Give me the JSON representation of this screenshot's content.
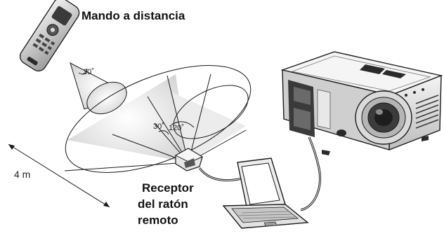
{
  "labels": {
    "remote_control": "Mando a distancia",
    "receiver_line1": "Receptor",
    "receiver_line2": "del ratón",
    "receiver_line3": "remoto",
    "remote_angle": "30˚",
    "receiver_angle_small": "30˚",
    "receiver_angle_large": "120˚",
    "distance": "4 m"
  },
  "colors": {
    "line": "#1a1a1a",
    "cone_fill_inner": "#ffffff",
    "cone_fill_outer": "#d8d8d8",
    "device_light": "#d9d9d9",
    "device_dark": "#2a2a2a"
  }
}
